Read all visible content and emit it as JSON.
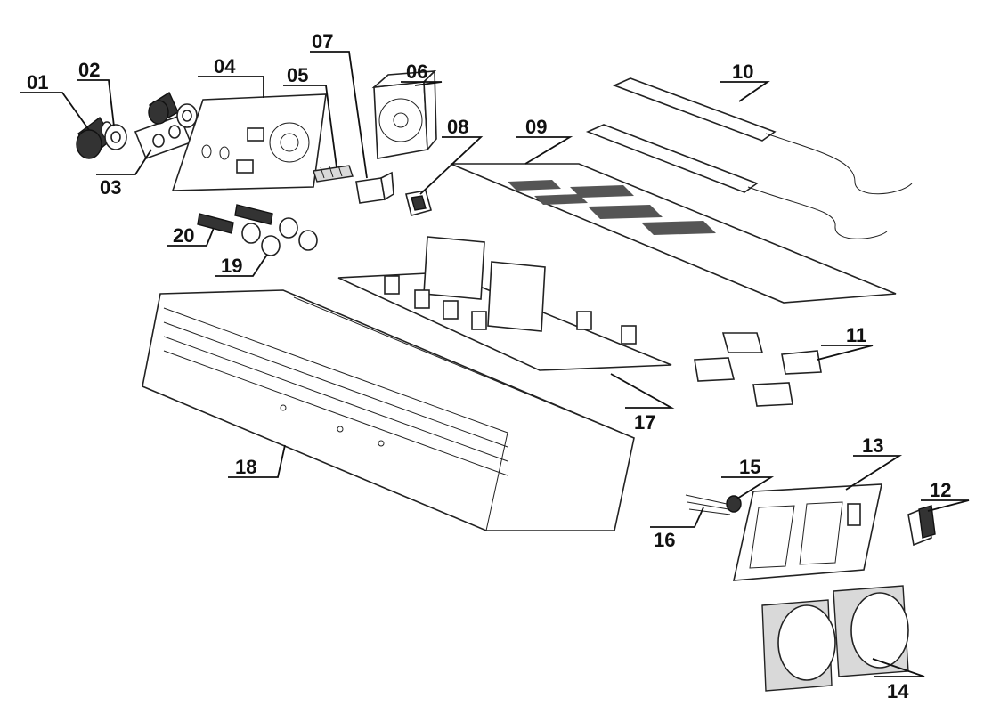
{
  "diagram": {
    "callouts": [
      {
        "id": "01",
        "label": "01"
      },
      {
        "id": "02",
        "label": "02"
      },
      {
        "id": "03",
        "label": "03"
      },
      {
        "id": "04",
        "label": "04"
      },
      {
        "id": "05",
        "label": "05"
      },
      {
        "id": "06",
        "label": "06"
      },
      {
        "id": "07",
        "label": "07"
      },
      {
        "id": "08",
        "label": "08"
      },
      {
        "id": "09",
        "label": "09"
      },
      {
        "id": "10",
        "label": "10"
      },
      {
        "id": "11",
        "label": "11"
      },
      {
        "id": "12",
        "label": "12"
      },
      {
        "id": "13",
        "label": "13"
      },
      {
        "id": "14",
        "label": "14"
      },
      {
        "id": "15",
        "label": "15"
      },
      {
        "id": "16",
        "label": "16"
      },
      {
        "id": "17",
        "label": "17"
      },
      {
        "id": "18",
        "label": "18"
      },
      {
        "id": "19",
        "label": "19"
      },
      {
        "id": "20",
        "label": "20"
      }
    ]
  }
}
